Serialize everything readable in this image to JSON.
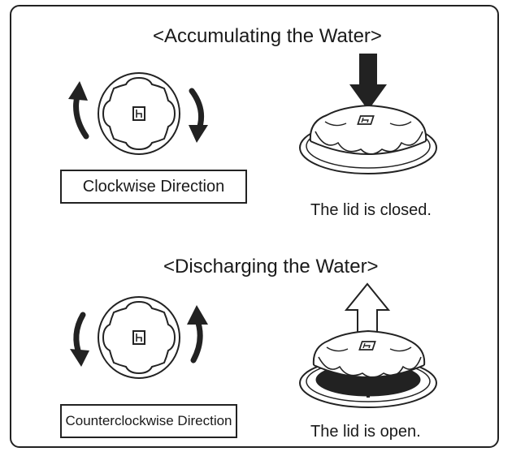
{
  "sections": [
    {
      "heading": "<Accumulating the Water>",
      "direction_label": "Clockwise Direction",
      "lid_caption": "The lid is closed."
    },
    {
      "heading": "<Discharging the Water>",
      "direction_label": "Counterclockwise Direction",
      "lid_caption": "The lid is open."
    }
  ]
}
